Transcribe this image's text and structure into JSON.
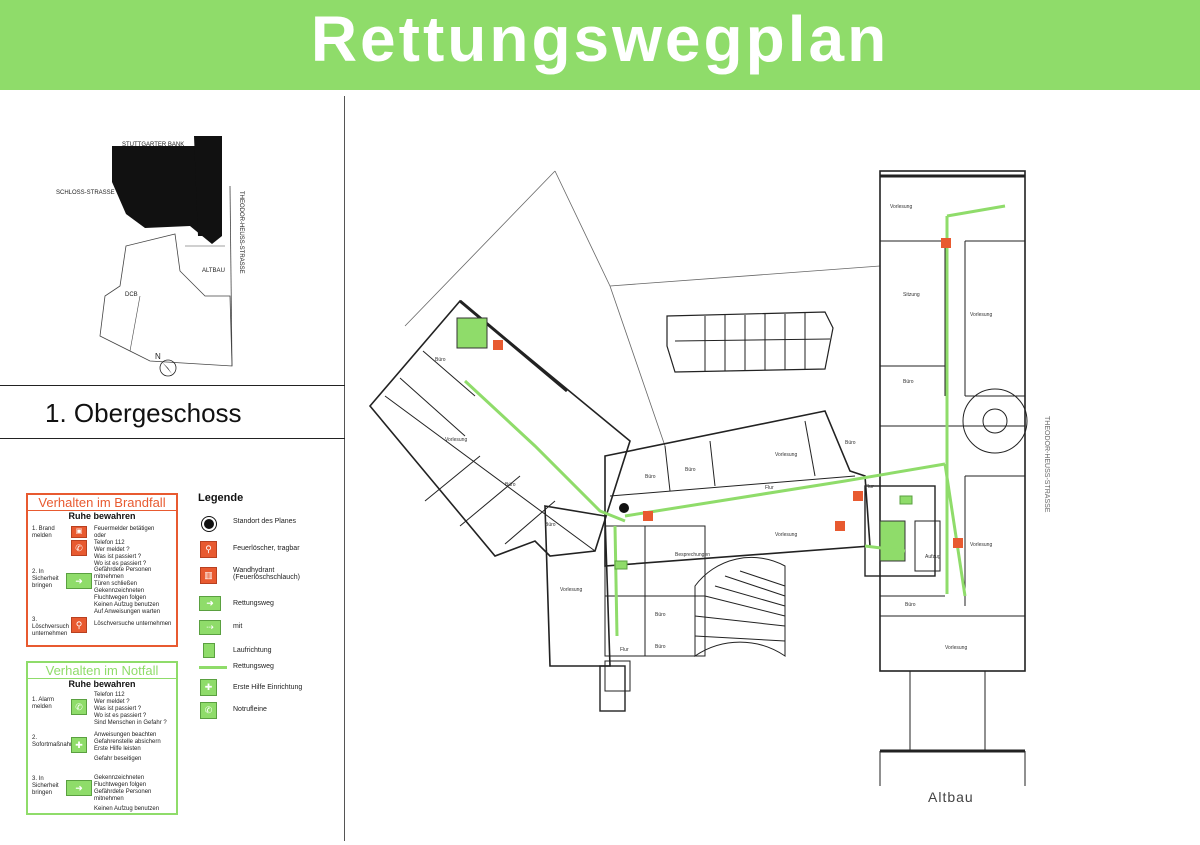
{
  "title": "Rettungswegplan",
  "floor": "1. Obergeschoss",
  "altbau": "Altbau",
  "site_map": {
    "stuttgarter_bank": "STUTTGARTER BANK",
    "schloss_strasse": "SCHLOSS-STRASSE",
    "theodor_heuss": "THEODOR-HEUSS-STRASSE",
    "altbau": "ALTBAU",
    "dcb": "DCB",
    "north": "N"
  },
  "street_main": "THEODOR-HEUSS-STRASSE",
  "brand": {
    "title": "Verhalten im Brandfall",
    "subtitle": "Ruhe bewahren",
    "steps": [
      {
        "label": "1. Brand melden",
        "text": [
          "Feuermelder betätigen",
          "oder",
          "Telefon 112",
          "Wer meldet ?",
          "Was ist passiert ?",
          "Wo ist es passiert ?"
        ]
      },
      {
        "label": "2. In Sicherheit bringen",
        "text": [
          "Gefährdete Personen mitnehmen",
          "Türen schließen",
          "Gekennzeichneten",
          "Fluchtwegen folgen",
          "Keinen Aufzug benutzen",
          "Auf Anweisungen warten"
        ]
      },
      {
        "label": "3. Löschversuch unternehmen",
        "text": [
          "Löschversuche unternehmen"
        ]
      }
    ]
  },
  "notfall": {
    "title": "Verhalten im Notfall",
    "subtitle": "Ruhe bewahren",
    "steps": [
      {
        "label": "1. Alarm melden",
        "text": [
          "Telefon 112",
          "Wer meldet ?",
          "Was ist passiert ?",
          "Wo ist es passiert ?",
          "Sind Menschen in Gefahr ?"
        ]
      },
      {
        "label": "2. Sofortmaßnahmen",
        "text": [
          "Anweisungen beachten",
          "Gefahrenstelle absichern",
          "Erste Hilfe leisten",
          "Gefahr beseitigen"
        ]
      },
      {
        "label": "3. In Sicherheit bringen",
        "text": [
          "Gekennzeichneten",
          "Fluchtwegen folgen",
          "Gefährdete Personen mitnehmen",
          "Keinen Aufzug benutzen"
        ]
      }
    ]
  },
  "legend": {
    "title": "Legende",
    "items": [
      {
        "label": "Standort des Planes",
        "icon": "you-are-here-icon"
      },
      {
        "label": "Feuerlöscher, tragbar",
        "icon": "fire-extinguisher-icon"
      },
      {
        "label": "Wandhydrant (Feuerlöschschlauch)",
        "icon": "wall-hydrant-icon"
      },
      {
        "label": "Rettungsweg",
        "icon": "escape-route-sign-icon"
      },
      {
        "label": "mit",
        "icon": "escape-route-arrow-icon"
      },
      {
        "label": "Laufrichtung",
        "icon": "direction-icon"
      },
      {
        "label": "Rettungsweg",
        "icon": "escape-route-line-icon"
      },
      {
        "label": "Erste Hilfe Einrichtung",
        "icon": "first-aid-icon"
      },
      {
        "label": "Notrufleine",
        "icon": "emergency-phone-icon"
      }
    ]
  },
  "rooms": {
    "buero": "Büro",
    "flur": "Flur",
    "vorlesung": "Vorlesung",
    "sitzung": "Sitzung",
    "besprechungen": "Besprechungen",
    "aufzug": "Aufzug"
  },
  "colors": {
    "green": "#8fdc6a",
    "red": "#e85a30",
    "line": "#222222"
  }
}
